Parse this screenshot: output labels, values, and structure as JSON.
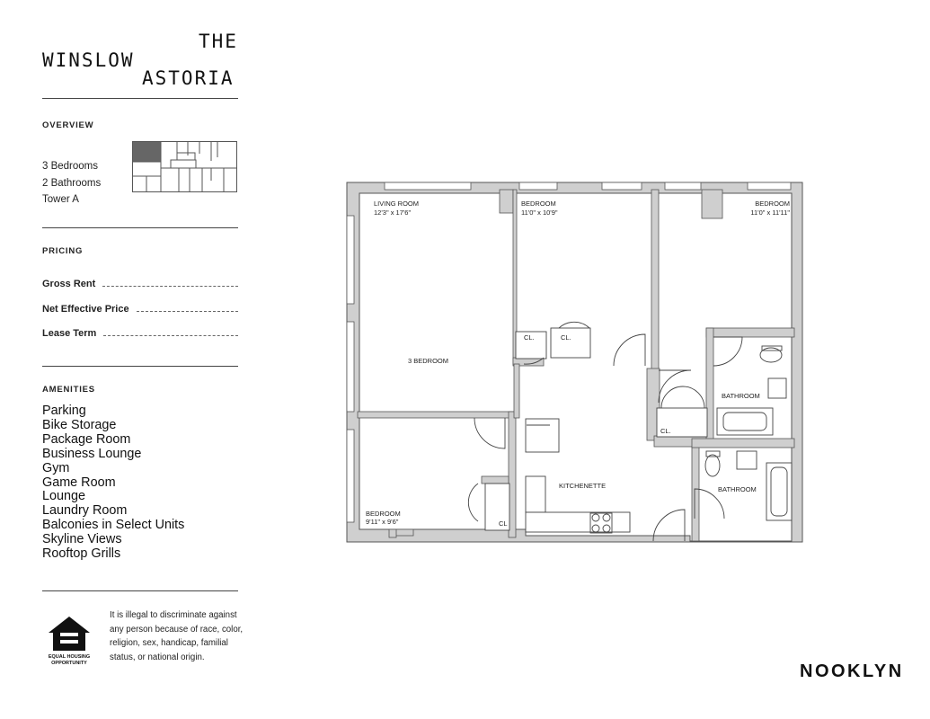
{
  "brand": {
    "line1": "THE",
    "line2": "WINSLOW",
    "line3": "ASTORIA"
  },
  "overview": {
    "heading": "OVERVIEW",
    "bedrooms": "3 Bedrooms",
    "bathrooms": "2 Bathrooms",
    "tower": "Tower A"
  },
  "pricing": {
    "heading": "PRICING",
    "gross_rent": "Gross Rent",
    "net_effective": "Net Effective Price",
    "lease_term": "Lease Term"
  },
  "amenities": {
    "heading": "AMENITIES",
    "items": [
      "Parking",
      "Bike Storage",
      "Package Room",
      "Business Lounge",
      "Gym",
      "Game Room",
      "Lounge",
      "Laundry Room",
      "Balconies in Select Units",
      "Skyline Views",
      "Rooftop Grills"
    ]
  },
  "legal": {
    "text": "It is illegal to discriminate against any person because of race, color, religion, sex, handicap, familial status, or national origin.",
    "ehl_line1": "EQUAL HOUSING",
    "ehl_line2": "OPPORTUNITY"
  },
  "floorplan": {
    "living_room": "LIVING ROOM",
    "living_room_dim": "12'3\" x 17'6\"",
    "bedroom_a": "BEDROOM",
    "bedroom_a_dim": "11'0\" x 10'9\"",
    "bedroom_b": "BEDROOM",
    "bedroom_b_dim": "11'0\" x 11'11\"",
    "bedroom_c": "BEDROOM",
    "bedroom_c_dim": "9'11\" x 9'6\"",
    "unit_label": "3 BEDROOM",
    "kitchenette": "KITCHENETTE",
    "bathroom_1": "BATHROOM",
    "bathroom_2": "BATHROOM",
    "closet_1": "CL.",
    "closet_2": "CL.",
    "closet_3": "CL.",
    "closet_4": "CL"
  },
  "footer": {
    "logo": "NOOKLYN"
  },
  "colors": {
    "wall": "#cfcfcf",
    "wall_outline": "#555555",
    "text": "#222222"
  }
}
